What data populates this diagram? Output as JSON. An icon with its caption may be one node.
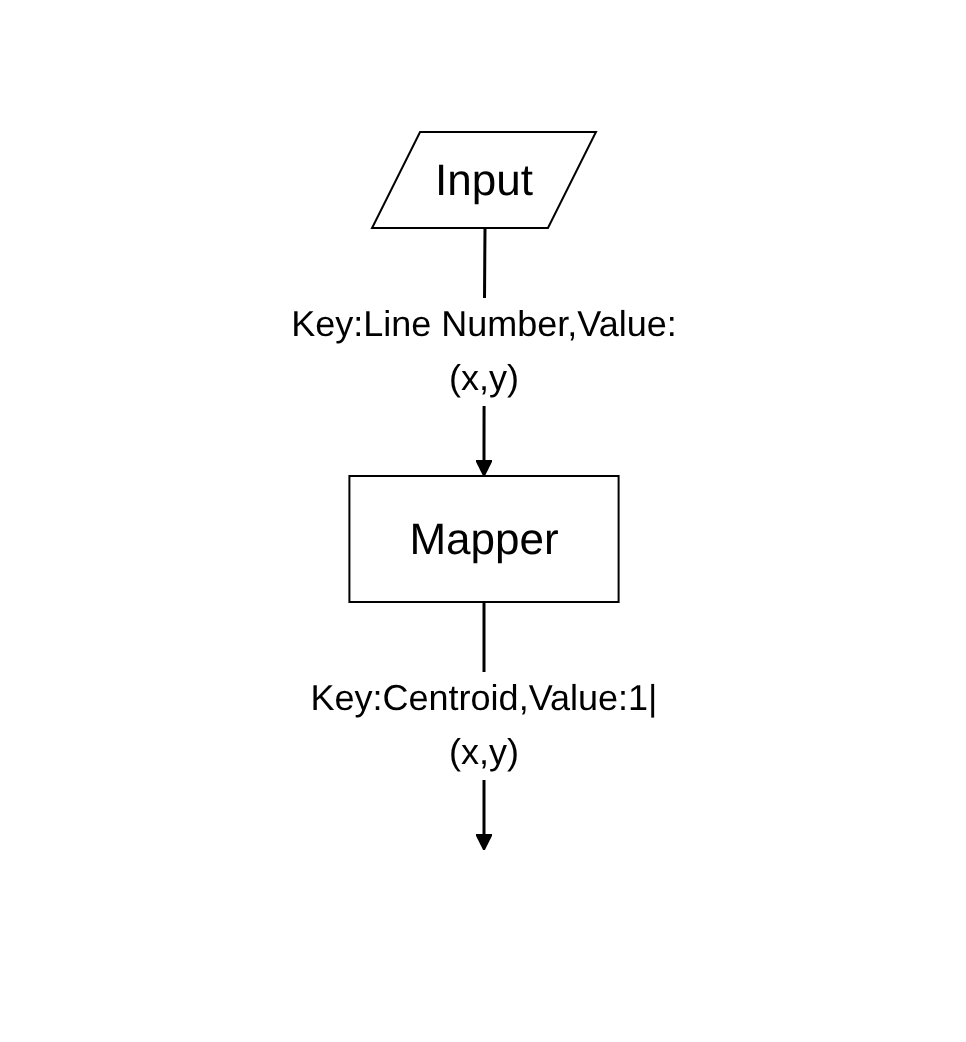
{
  "diagram": {
    "nodes": [
      {
        "text": [
          "Input"
        ]
      },
      {
        "text": [
          "Mapper"
        ]
      }
    ],
    "edges": [
      {
        "from": 0,
        "to": 1,
        "arrow": "to",
        "label": "Key:Line Number,Value:(x,y)"
      },
      {
        "from": 1,
        "to": null,
        "arrow": "to",
        "label": "Key:Centroid,Value:1|(x,y)"
      }
    ]
  }
}
